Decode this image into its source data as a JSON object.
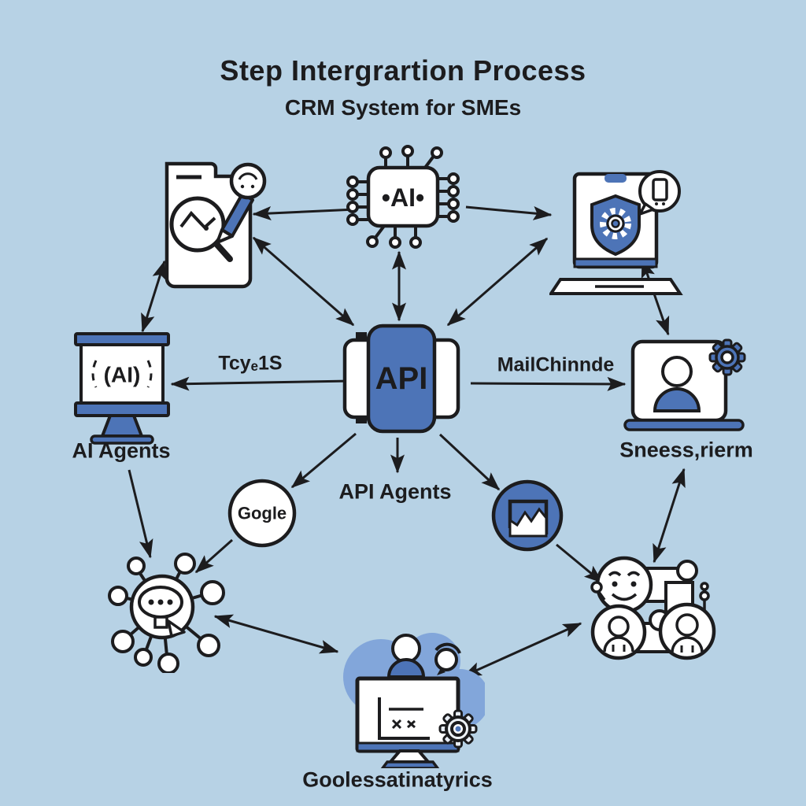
{
  "title": {
    "main": "Step Intergrartion Process",
    "subtitle": "CRM System for SMEs"
  },
  "colors": {
    "background": "#b7d2e5",
    "accent": "#4d74b7",
    "accent_light": "#82a6da",
    "ink": "#1c1c1e",
    "white": "#ffffff"
  },
  "labels": {
    "chip": "•AI•",
    "monitor_screen": "(AI)",
    "monitor_caption": "AI Agents",
    "api": "API",
    "api_caption": "API Agents",
    "edge_left": "Tcyₑ1S",
    "edge_right": "MailChinnde",
    "google": "Gogle",
    "crm_caption": "Sneess,rierm",
    "analytics_caption": "Goolessatinatyrics"
  },
  "icons": {
    "document-analysis-icon": "document with magnifier chart and blue pencil",
    "ai-chip-icon": "AI processor chip with pin legs",
    "secure-laptop-icon": "laptop with shield-gear and phone speech bubble",
    "ai-monitor-icon": "presentation monitor showing AI",
    "api-connector-icon": "blue API box with white side ports",
    "user-laptop-icon": "laptop with user avatar and blue gear",
    "google-circle-icon": "white circle wordmark",
    "chart-circle-icon": "blue circle with area chart",
    "network-hub-icon": "chat hub with radiating nodes",
    "robots-icon": "smiley and robot agent cluster",
    "analytics-workstation-icon": "cloud workstation with chart screen and gear"
  },
  "edges": [
    [
      452,
      266,
      322,
      272,
      "end"
    ],
    [
      592,
      263,
      700,
      273,
      "end"
    ],
    [
      322,
      302,
      449,
      413,
      "double"
    ],
    [
      507,
      320,
      507,
      407,
      "double"
    ],
    [
      695,
      303,
      569,
      413,
      "double"
    ],
    [
      209,
      332,
      181,
      421,
      "double"
    ],
    [
      816,
      330,
      849,
      425,
      "double"
    ],
    [
      445,
      484,
      218,
      488,
      "end"
    ],
    [
      598,
      487,
      794,
      488,
      "end"
    ],
    [
      505,
      556,
      505,
      600,
      "end"
    ],
    [
      452,
      551,
      371,
      619,
      "end"
    ],
    [
      559,
      552,
      634,
      622,
      "end"
    ],
    [
      164,
      597,
      191,
      708,
      "end"
    ],
    [
      295,
      686,
      249,
      727,
      "end"
    ],
    [
      707,
      692,
      765,
      740,
      "end"
    ],
    [
      869,
      596,
      831,
      714,
      "double"
    ],
    [
      273,
      783,
      429,
      828,
      "double"
    ],
    [
      738,
      792,
      589,
      859,
      "double"
    ]
  ]
}
